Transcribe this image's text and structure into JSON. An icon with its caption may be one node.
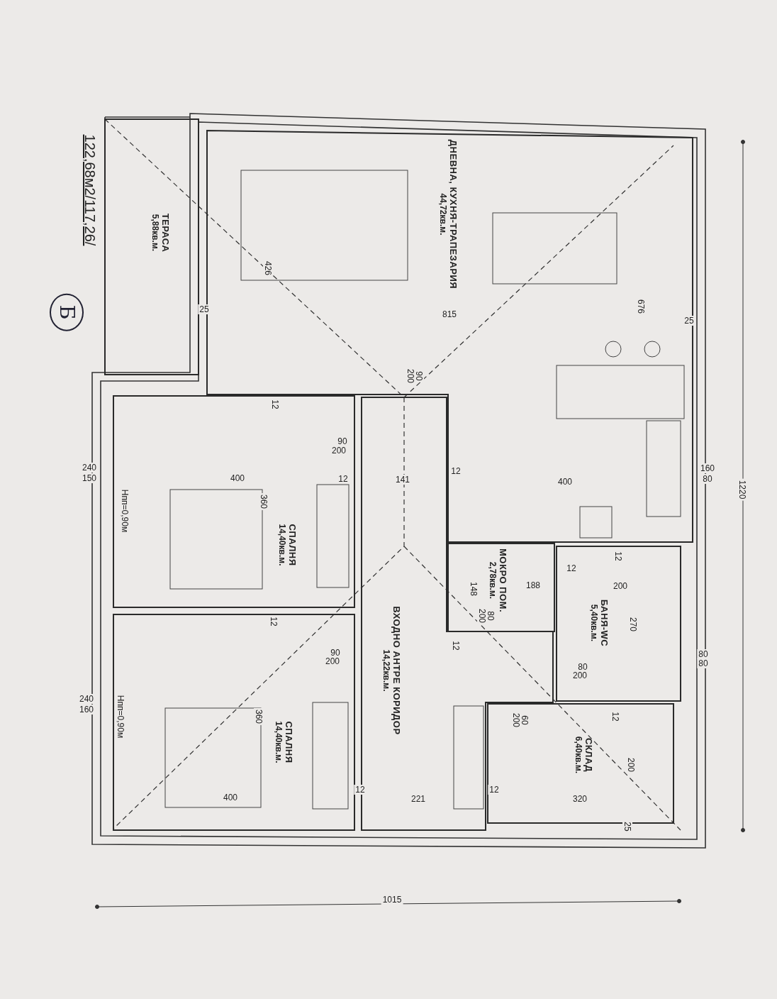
{
  "diagram": {
    "nodes": [
      {
        "text": [
          "ТЕРАСА",
          "5,88кв.м."
        ]
      },
      {
        "text": [
          "ДНЕВНА, КУХНЯ-ТРАПЕЗАРИЯ",
          "44,72кв.м."
        ]
      },
      {
        "text": [
          "СПАЛНЯ",
          "14,40кв.м."
        ]
      },
      {
        "text": [
          "СПАЛНЯ",
          "14,40кв.м."
        ]
      },
      {
        "text": [
          "ВХОДНО АНТРЕ КОРИДОР",
          "14,22кв.м."
        ]
      },
      {
        "text": [
          "МОКРО ПОМ.",
          "2,78кв.м."
        ]
      },
      {
        "text": [
          "БАНЯ-WC",
          "5,40кв.м."
        ]
      },
      {
        "text": [
          "СКЛАД",
          "6,40кв.м."
        ]
      }
    ],
    "labels": [
      "122,68м2/117,26/",
      "Б",
      "426",
      "25",
      "815",
      "676",
      "25",
      "200",
      "90",
      "12",
      "90",
      "200",
      "240",
      "150",
      "400",
      "12",
      "141",
      "12",
      "400",
      "160",
      "80",
      "1220",
      "360",
      "Нпп=0,90м",
      "12",
      "12",
      "188",
      "200",
      "148",
      "200",
      "80",
      "270",
      "12",
      "12",
      "90",
      "200",
      "80",
      "200",
      "80",
      "80",
      "240",
      "160",
      "Нпп=0,90м",
      "360",
      "12",
      "200",
      "60",
      "200",
      "12",
      "12",
      "400",
      "221",
      "320",
      "25",
      "1015"
    ]
  }
}
